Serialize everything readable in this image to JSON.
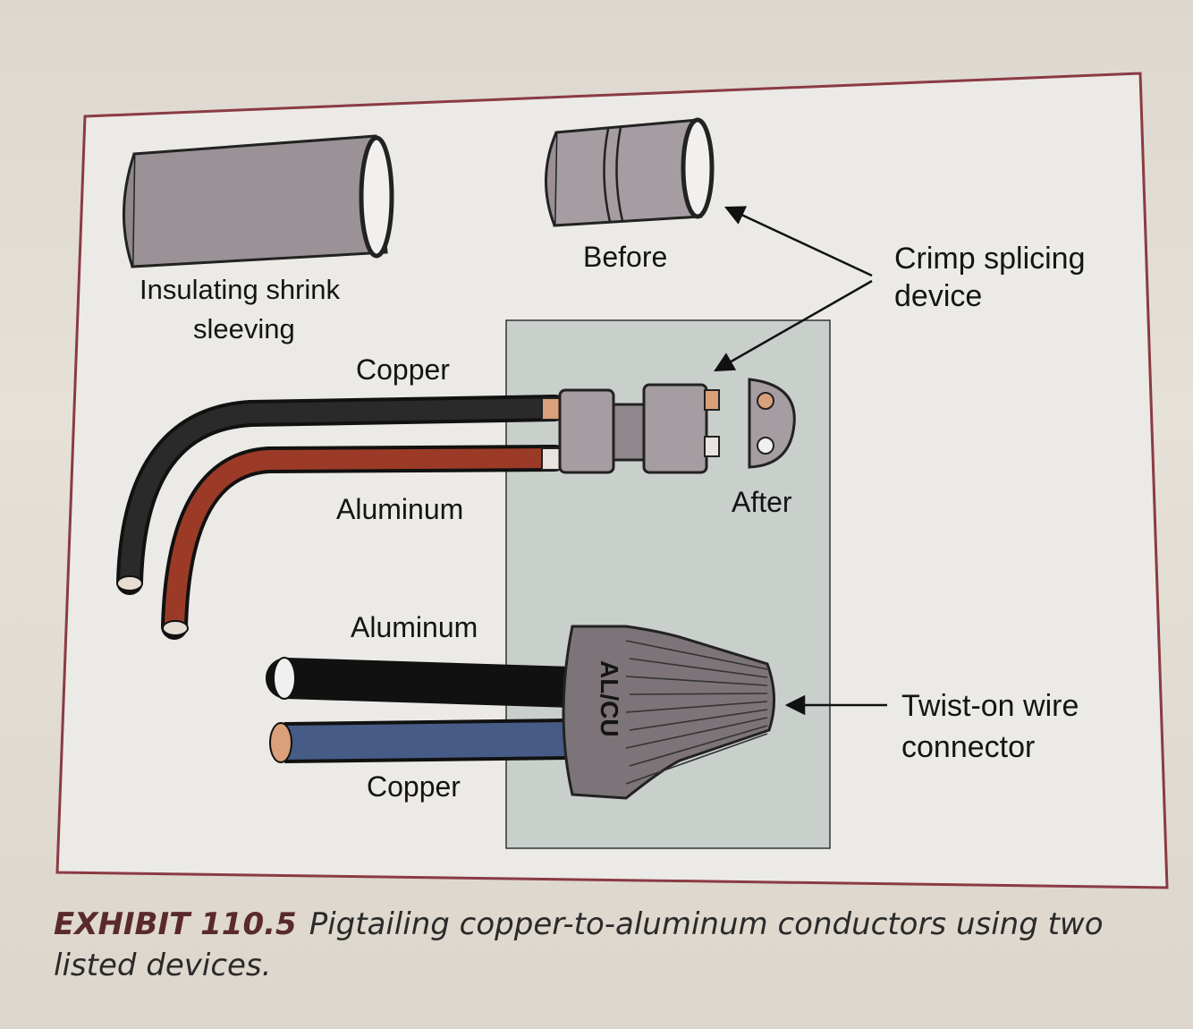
{
  "labels": {
    "insulating_sleeving": [
      "Insulating shrink",
      "sleeving"
    ],
    "before": "Before",
    "crimp_device": [
      "Crimp splicing",
      "device"
    ],
    "copper_top": "Copper",
    "aluminum_top": "Aluminum",
    "after": "After",
    "aluminum_bottom": "Aluminum",
    "copper_bottom": "Copper",
    "twist_connector": [
      "Twist-on wire",
      "connector"
    ],
    "connector_marking": "AL/CU"
  },
  "caption": {
    "exhibit_number": "EXHIBIT 110.5",
    "text": "Pigtailing copper-to-aluminum conductors using two listed devices."
  },
  "colors": {
    "frame": "#8a3b44",
    "panel": "#c9cfcb",
    "sleeve": "#9a9296",
    "wire_black": "#1c1c1c",
    "wire_red": "#9b3b27",
    "wire_blue": "#465c86",
    "copper_tip": "#d9a07a",
    "connector": "#7c7478"
  }
}
